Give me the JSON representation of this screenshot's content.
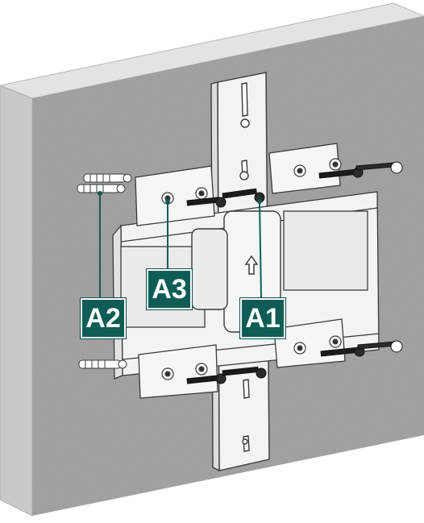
{
  "labels": {
    "a1": "A1",
    "a2": "A2",
    "a3": "A3"
  },
  "colors": {
    "callout_bg": "#0e5c56",
    "callout_line": "#0e5c56",
    "wall": "#a9a7a5",
    "wall_top": "#e4e3e2",
    "wall_side": "#c9c8c6",
    "metal": "#f3f3f3",
    "outline": "#3a3a3a"
  },
  "icons": {
    "direction": "up-arrow-icon"
  }
}
